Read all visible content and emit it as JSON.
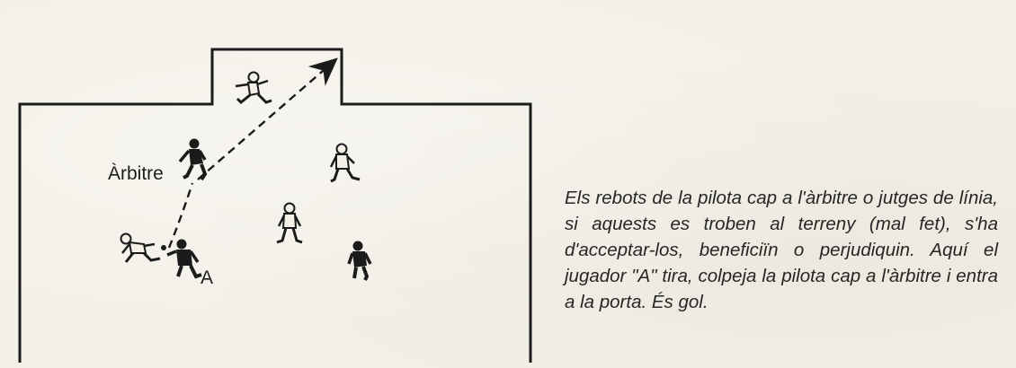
{
  "labels": {
    "referee": "Àrbitre",
    "player_a": "A"
  },
  "caption": "Els rebots de la pilota cap a l'àrbitre o jutges de línia, si aquests es troben al terreny (mal fet), s'ha d'acceptar-los, beneficiïn o perjudiquin. Aquí el jugador \"A\" tira, colpeja la pilota cap a l'àrbitre i entra a la porta. És gol.",
  "colors": {
    "ink": "#1b1b1b",
    "paper": "#f3f0e8"
  },
  "figures": [
    {
      "id": "goalkeeper",
      "style": "outline"
    },
    {
      "id": "referee",
      "style": "solid"
    },
    {
      "id": "outfield-1",
      "style": "outline"
    },
    {
      "id": "outfield-2",
      "style": "outline"
    },
    {
      "id": "outfield-3",
      "style": "solid"
    },
    {
      "id": "diving-player",
      "style": "outline"
    },
    {
      "id": "player-a",
      "style": "solid"
    }
  ]
}
